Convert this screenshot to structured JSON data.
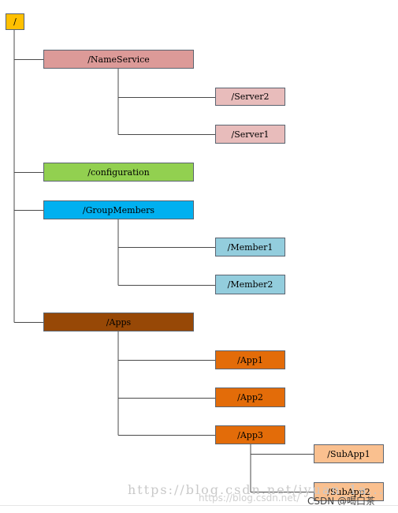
{
  "diagram": {
    "nodes": [
      {
        "id": "root",
        "label": "/",
        "fill": "#ffc000"
      },
      {
        "id": "nameservice",
        "label": "/NameService",
        "fill": "#dc9a98"
      },
      {
        "id": "server2",
        "label": "/Server2",
        "fill": "#e8bcbb"
      },
      {
        "id": "server1",
        "label": "/Server1",
        "fill": "#e8bcbb"
      },
      {
        "id": "configuration",
        "label": "/configuration",
        "fill": "#92d050"
      },
      {
        "id": "groupmembers",
        "label": "/GroupMembers",
        "fill": "#00b0f0"
      },
      {
        "id": "member1",
        "label": "/Member1",
        "fill": "#93cddd"
      },
      {
        "id": "member2",
        "label": "/Member2",
        "fill": "#93cddd"
      },
      {
        "id": "apps",
        "label": "/Apps",
        "fill": "#974806"
      },
      {
        "id": "app1",
        "label": "/App1",
        "fill": "#e36c09"
      },
      {
        "id": "app2",
        "label": "/App2",
        "fill": "#e36c09"
      },
      {
        "id": "app3",
        "label": "/App3",
        "fill": "#e36c09"
      },
      {
        "id": "subapp1",
        "label": "/SubApp1",
        "fill": "#fac08f"
      },
      {
        "id": "subapp2",
        "label": "/SubApp2",
        "fill": "#fac08f"
      }
    ],
    "edges": [
      [
        "root",
        "nameservice"
      ],
      [
        "root",
        "configuration"
      ],
      [
        "root",
        "groupmembers"
      ],
      [
        "root",
        "apps"
      ],
      [
        "nameservice",
        "server2"
      ],
      [
        "nameservice",
        "server1"
      ],
      [
        "groupmembers",
        "member1"
      ],
      [
        "groupmembers",
        "member2"
      ],
      [
        "apps",
        "app1"
      ],
      [
        "apps",
        "app2"
      ],
      [
        "apps",
        "app3"
      ],
      [
        "app3",
        "subapp1"
      ],
      [
        "app3",
        "subapp2"
      ]
    ]
  },
  "watermark": {
    "url_text": "https://blog.csdn.net/iyuan_1a...",
    "url_text_small": "https://blog.csdn.net/",
    "credit": "CSDN @喝口茶"
  }
}
